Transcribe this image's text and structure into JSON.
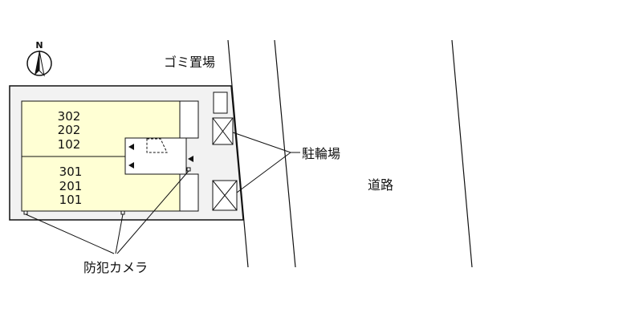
{
  "compass": {
    "north_label": "N"
  },
  "units": {
    "upper": [
      "302",
      "202",
      "102"
    ],
    "lower": [
      "301",
      "201",
      "101"
    ]
  },
  "labels": {
    "garbage": "ゴミ置場",
    "bicycle_parking": "駐輪場",
    "road": "道路",
    "security_camera": "防犯カメラ"
  },
  "colors": {
    "unit_fill": "#ffffd4",
    "lot_fill": "#f2f2f2",
    "line": "#111111"
  }
}
